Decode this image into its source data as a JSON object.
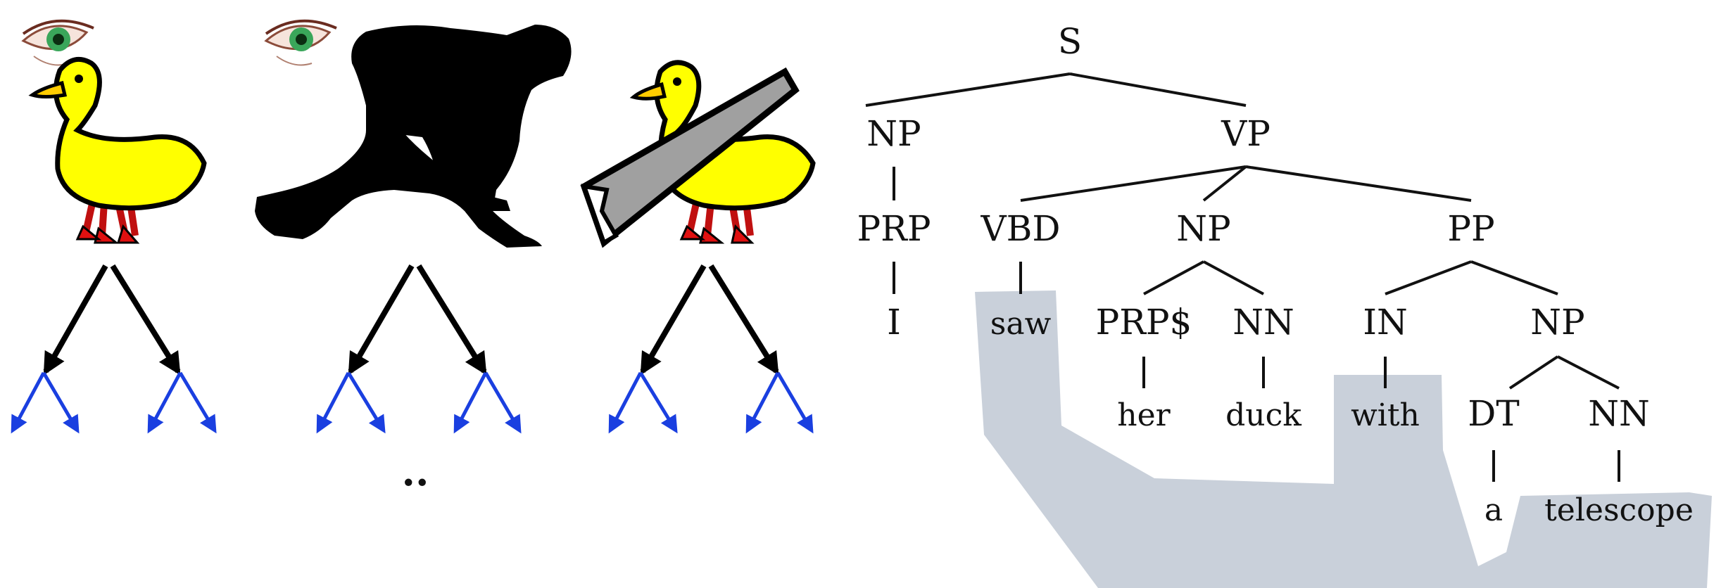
{
  "colors": {
    "duck_body": "#ffff00",
    "duck_beak_feet": "#e01010",
    "saw_blade": "#a0a0a0",
    "highlight": "#c9d0da",
    "blue_arrows": "#1a3fe0",
    "black_arrows": "#000000"
  },
  "ellipsis": "..",
  "tree": {
    "root": "S",
    "np_subject": "NP",
    "vp": "VP",
    "prp": "PRP",
    "pronoun": "I",
    "vbd": "VBD",
    "verb": "saw",
    "np_object": "NP",
    "prp_possessive": "PRP$",
    "possessive": "her",
    "nn_object": "NN",
    "noun_object": "duck",
    "pp": "PP",
    "in": "IN",
    "preposition": "with",
    "np_pp": "NP",
    "dt": "DT",
    "determiner": "a",
    "nn_pp": "NN",
    "noun_pp": "telescope"
  }
}
